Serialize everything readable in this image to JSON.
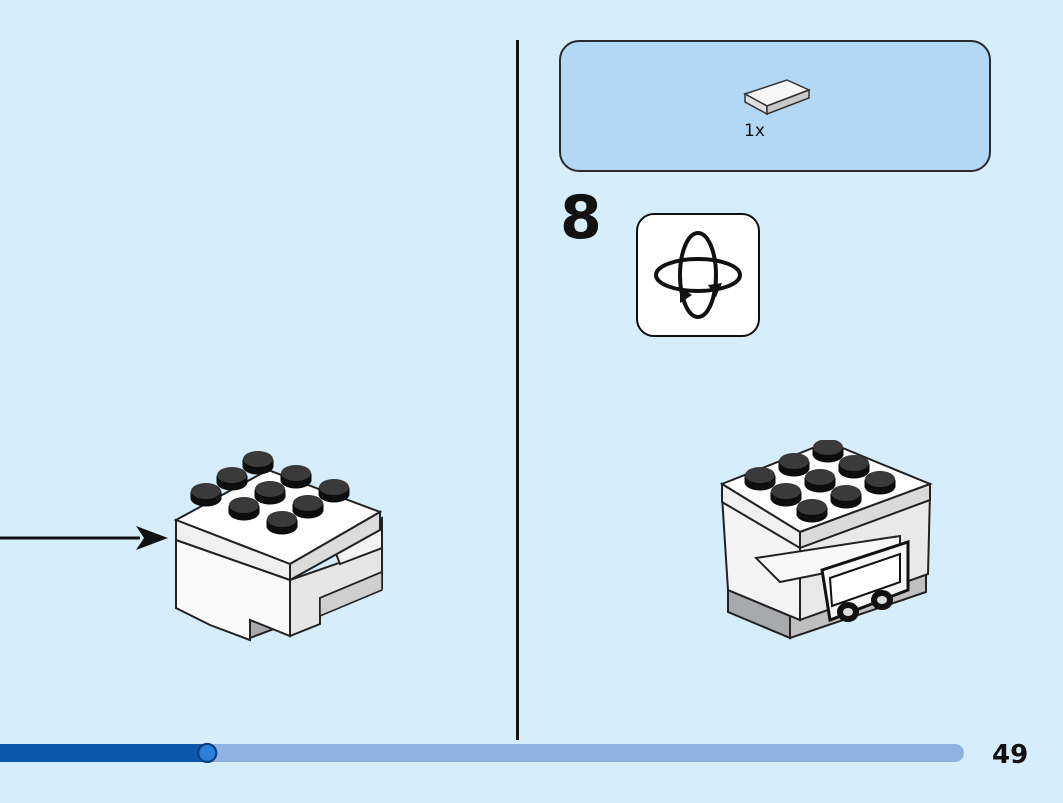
{
  "parts_callout": {
    "part_icon": "white-flat-tile-1x2-icon",
    "quantity": "1x"
  },
  "step": {
    "number": "8",
    "rotate_icon": "rotate-model-icon"
  },
  "progress": {
    "fraction": 0.215,
    "filled_color": "#0a58ad",
    "track_color": "#8fb2e3",
    "knob_color": "#2b7fd8"
  },
  "page_number": "49",
  "colors": {
    "background": "#d6edfb",
    "parts_box": "#b3d8f6"
  }
}
